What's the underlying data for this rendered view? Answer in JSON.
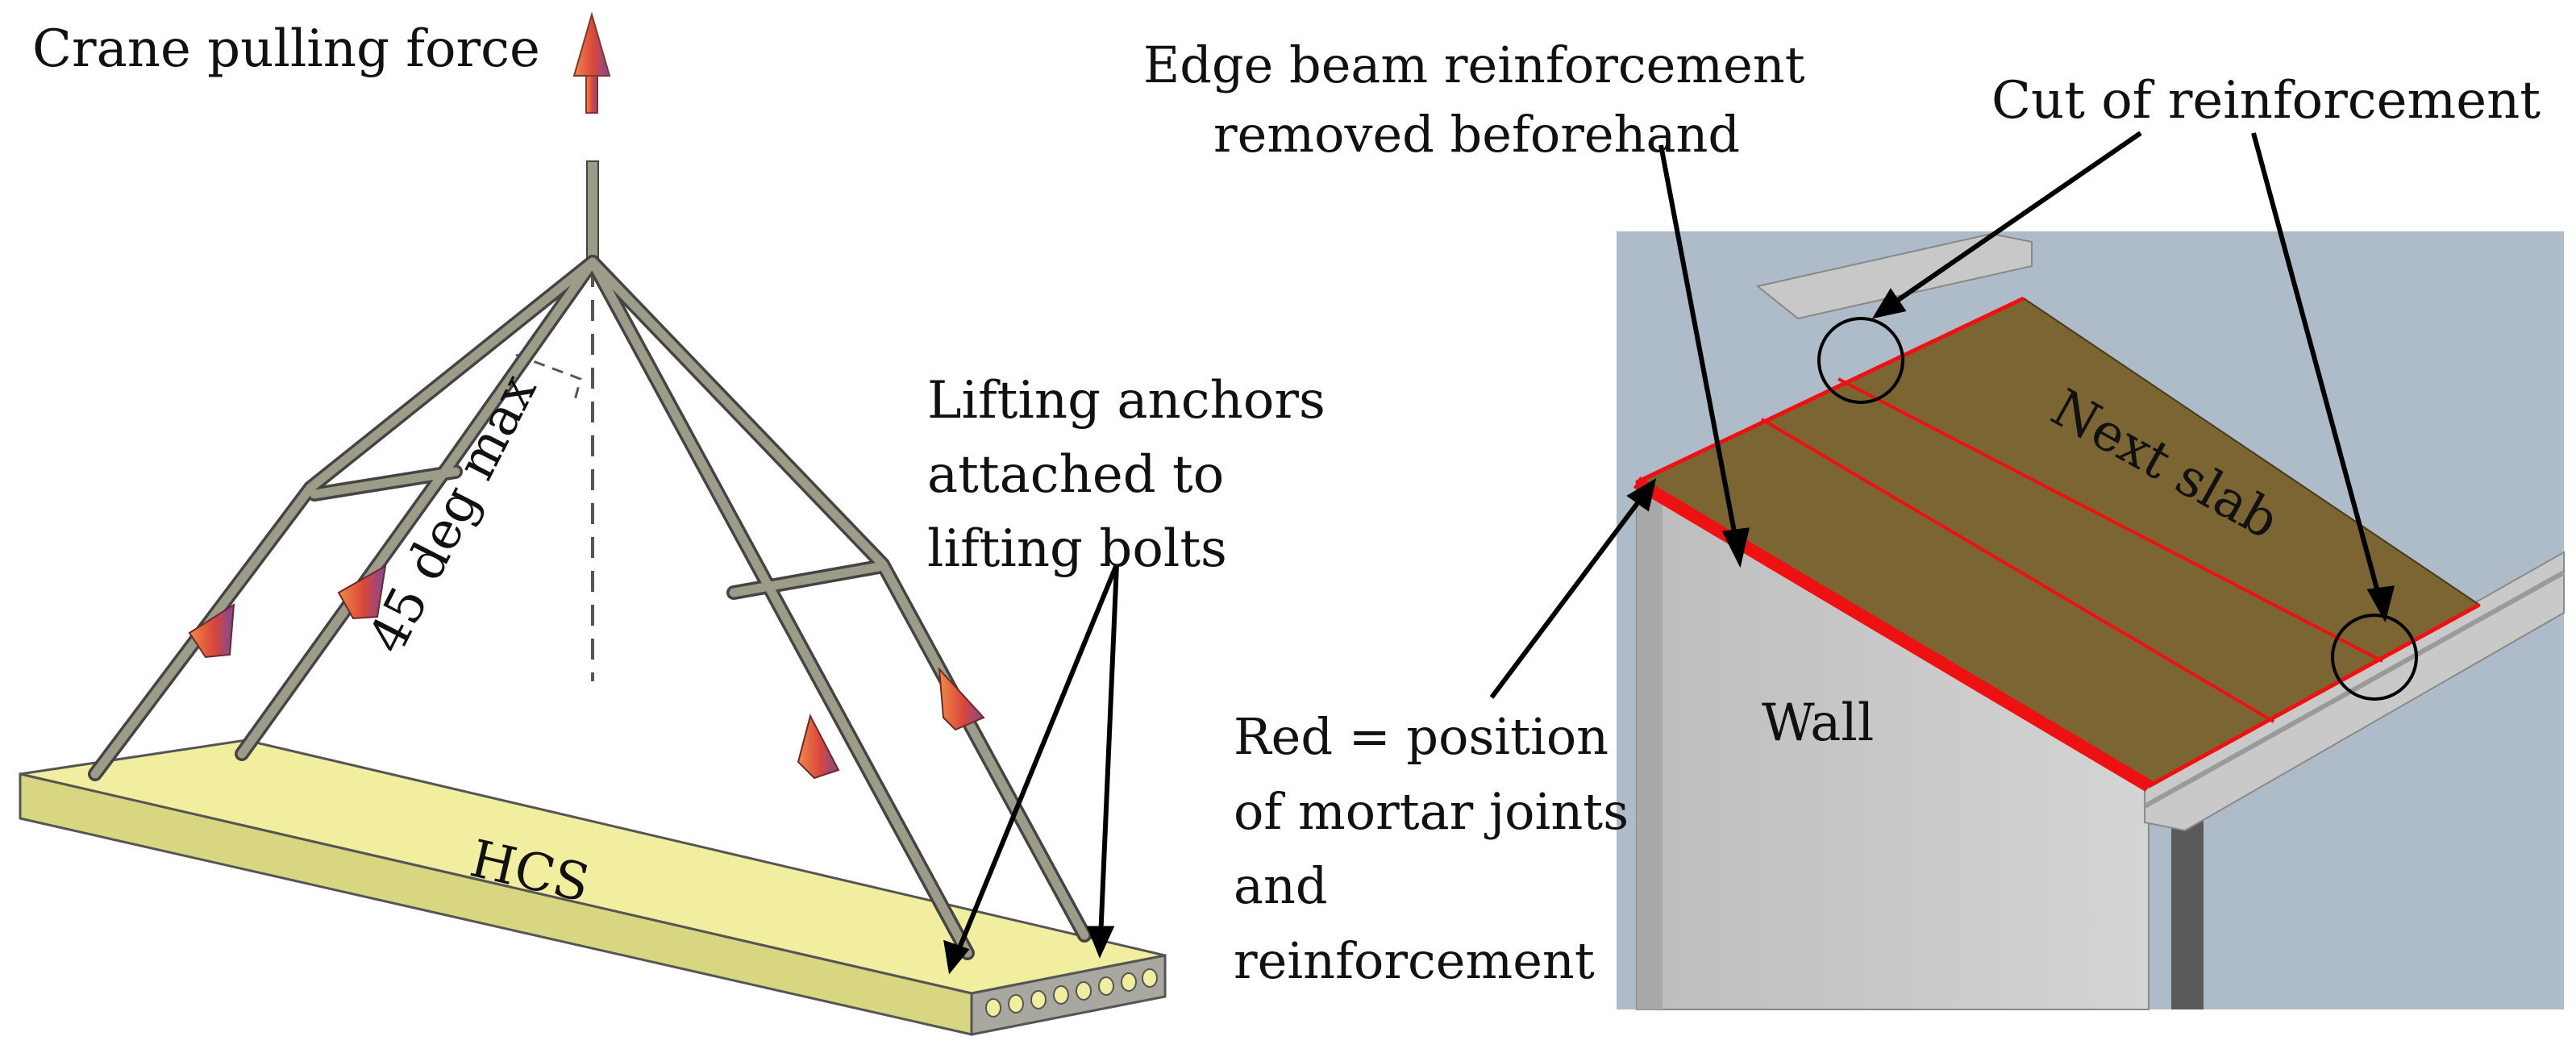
{
  "left_panel": {
    "crane_force_label": "Crane pulling force",
    "angle_label": "45 deg max",
    "anchors_label": [
      "Lifting anchors",
      "attached to",
      "lifting bolts"
    ],
    "slab_label": "HCS",
    "slab_color": "#F2EEA0",
    "arrow_color": "#E8623A",
    "rope_color": "#9A9A86"
  },
  "right_panel": {
    "edge_beam_label": [
      "Edge beam reinforcement",
      "removed beforehand"
    ],
    "cut_label": "Cut of reinforcement",
    "next_slab_label": "Next slab",
    "wall_label": "Wall",
    "red_label": [
      "Red = position",
      "of mortar joints",
      "and",
      "reinforcement"
    ],
    "slab_color": "#7B6532",
    "joint_color": "#EE1111",
    "background_color": "#AEBBC8"
  }
}
